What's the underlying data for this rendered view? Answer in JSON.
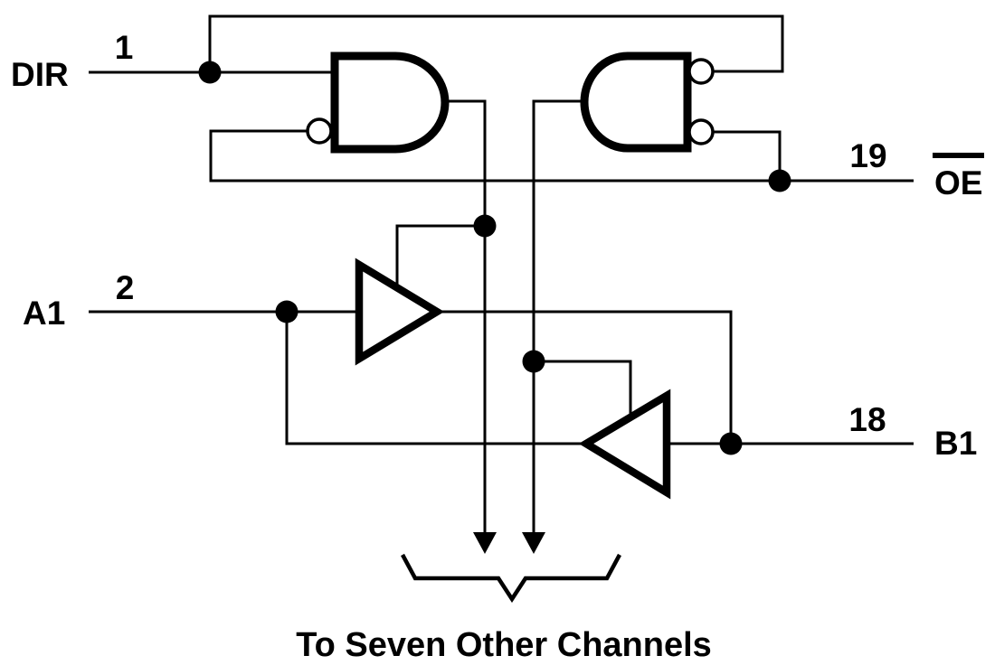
{
  "diagram": {
    "caption": "To Seven Other Channels",
    "pins": {
      "dir": {
        "label": "DIR",
        "pin_number": "1"
      },
      "oe": {
        "label": "OE",
        "pin_number": "19",
        "overline": true
      },
      "a1": {
        "label": "A1",
        "pin_number": "2"
      },
      "b1": {
        "label": "B1",
        "pin_number": "18"
      }
    },
    "colors": {
      "ink": "#000000",
      "background": "#ffffff"
    }
  }
}
